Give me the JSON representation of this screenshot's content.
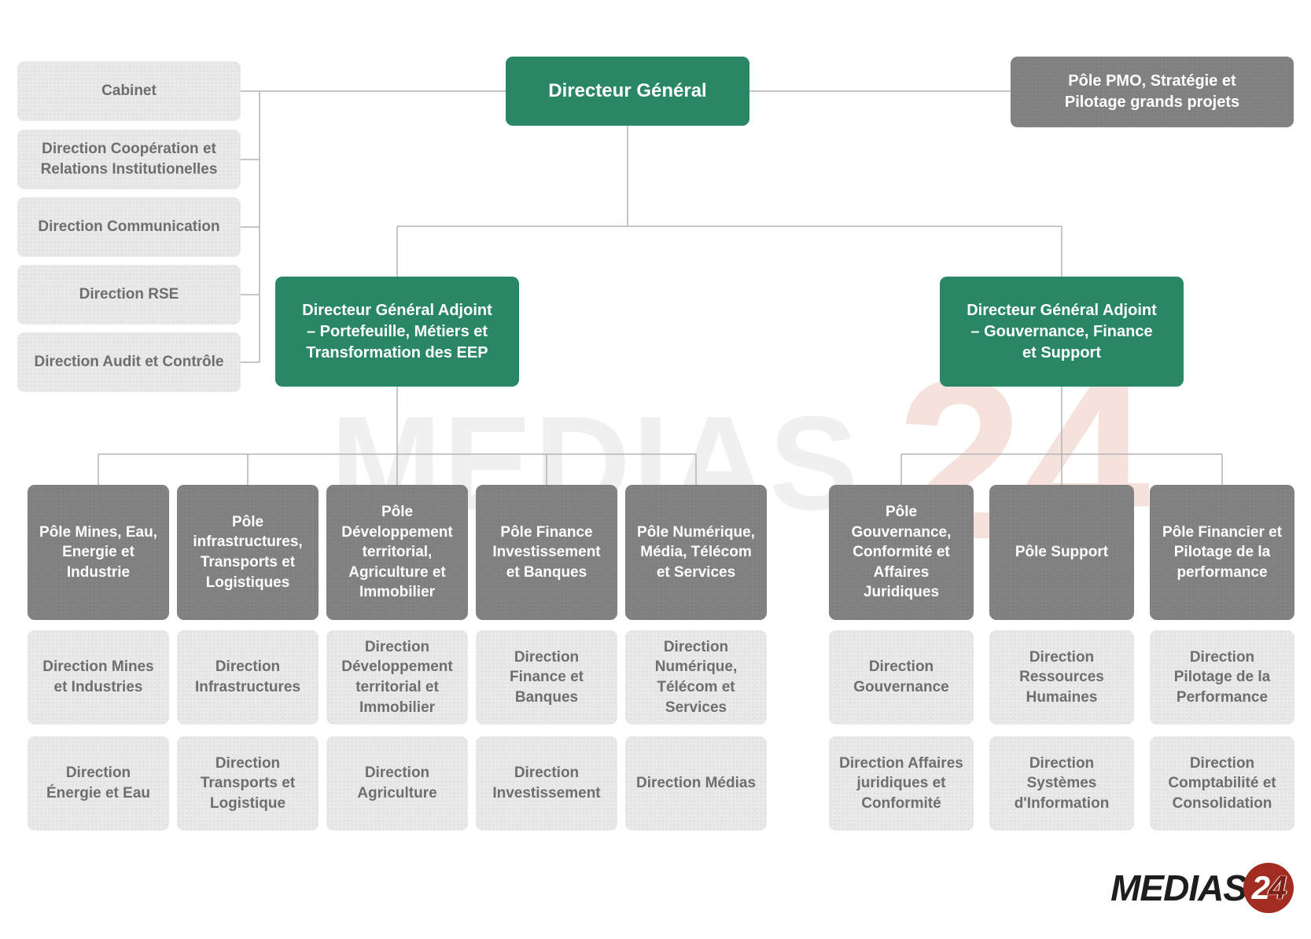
{
  "colors": {
    "accent_green": "#2a8766",
    "dark_gray_box": "#808080",
    "light_gray_box": "#e9e9e9",
    "light_box_text": "#6e6e6e",
    "connector": "#b4b4b4",
    "logo_red": "#a32c20",
    "logo_black": "#1e1e1c"
  },
  "top": {
    "directeur_general": "Directeur Général",
    "pole_pmo": "Pôle PMO, Stratégie et Pilotage grands projets"
  },
  "staff_units": [
    "Cabinet",
    "Direction Coopération et Relations Institutionelles",
    "Direction Communication",
    "Direction RSE",
    "Direction Audit et Contrôle"
  ],
  "dga": [
    "Directeur Général Adjoint – Portefeuille, Métiers et Transformation des EEP",
    "Directeur Général Adjoint – Gouvernance, Finance et Support"
  ],
  "poles": [
    {
      "name": "Pôle Mines, Eau, Energie et Industrie",
      "directions": [
        "Direction Mines et Industries",
        "Direction Énergie et Eau"
      ]
    },
    {
      "name": "Pôle infrastructures, Transports et Logistiques",
      "directions": [
        "Direction Infrastructures",
        "Direction Transports et Logistique"
      ]
    },
    {
      "name": "Pôle Développement territorial, Agriculture et Immobilier",
      "directions": [
        "Direction Développement territorial et Immobilier",
        "Direction Agriculture"
      ]
    },
    {
      "name": "Pôle Finance Investissement et Banques",
      "directions": [
        "Direction Finance et Banques",
        "Direction Investissement"
      ]
    },
    {
      "name": "Pôle Numérique, Média, Télécom et Services",
      "directions": [
        "Direction Numérique, Télécom et Services",
        "Direction Médias"
      ]
    },
    {
      "name": "Pôle Gouvernance, Conformité et Affaires Juridiques",
      "directions": [
        "Direction Gouvernance",
        "Direction Affaires juridiques et Conformité"
      ]
    },
    {
      "name": "Pôle Support",
      "directions": [
        "Direction Ressources Humaines",
        "Direction Systèmes d'Information"
      ]
    },
    {
      "name": "Pôle Financier et Pilotage de la performance",
      "directions": [
        "Direction Pilotage de la Performance",
        "Direction Comptabilité et Consolidation"
      ]
    }
  ],
  "watermark": {
    "gray_part": "MEDIAS",
    "red_part": "24"
  },
  "logo": {
    "text": "MEDIAS",
    "digit_2": "2",
    "digit_4": "4"
  }
}
